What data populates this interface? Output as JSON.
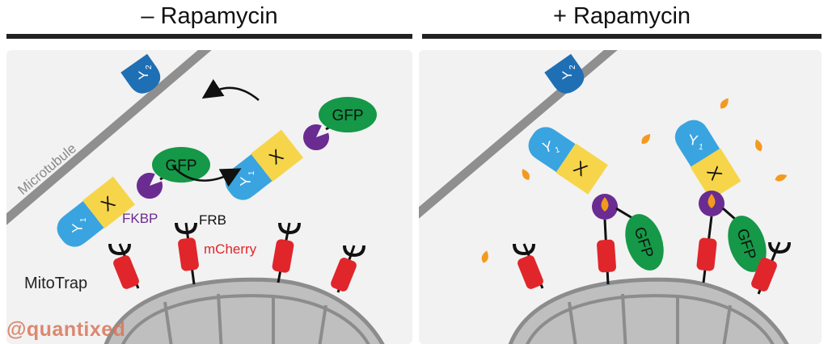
{
  "headings": {
    "left": "– Rapamycin",
    "right": "+ Rapamycin"
  },
  "labels": {
    "microtubule": "Microtubule",
    "y1": "Y",
    "y1_sub": "1",
    "y2": "Y",
    "y2_sub": "2",
    "x": "X",
    "gfp": "GFP",
    "fkbp": "FKBP",
    "frb": "FRB",
    "mcherry": "mCherry",
    "mitotrap": "MitoTrap"
  },
  "watermark": "@quantixed",
  "colors": {
    "panel_bg": "#f2f2f2",
    "y_blue": "#3aa4e0",
    "y2_blue": "#1f6fb5",
    "x_yellow": "#f6d54a",
    "gfp_green": "#159847",
    "fkbp_purple": "#6a2c91",
    "mcherry_red": "#e0262b",
    "rapamycin_orange": "#f39a1e",
    "mito_grey": "#bfbfbf",
    "microtubule_grey": "#8f8f8f"
  }
}
